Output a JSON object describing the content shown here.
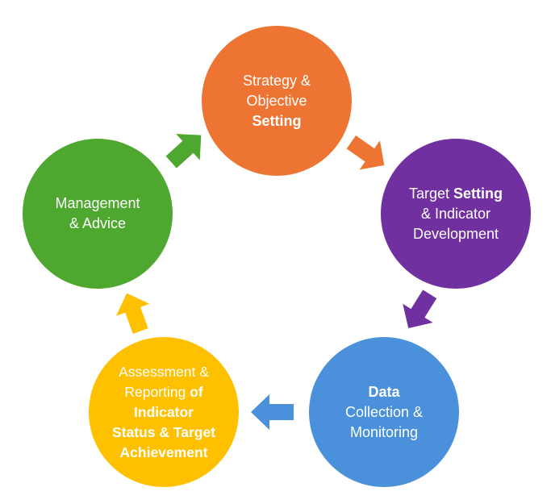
{
  "colors": {
    "strategy": "#ED7432",
    "target": "#7030A0",
    "data": "#4A90DA",
    "assessment": "#FFC000",
    "management": "#4EA72E"
  },
  "nodes": {
    "strategy": {
      "lines": [
        [
          {
            "text": "Strategy &",
            "bold": false
          }
        ],
        [
          {
            "text": "Objective",
            "bold": false
          }
        ],
        [
          {
            "text": "Setting",
            "bold": true
          }
        ]
      ]
    },
    "target": {
      "lines": [
        [
          {
            "text": "Target ",
            "bold": false
          },
          {
            "text": "Setting",
            "bold": true
          }
        ],
        [
          {
            "text": "& Indicator",
            "bold": false
          }
        ],
        [
          {
            "text": "Development",
            "bold": false
          }
        ]
      ]
    },
    "data": {
      "lines": [
        [
          {
            "text": "Data",
            "bold": true
          }
        ],
        [
          {
            "text": "Collection &",
            "bold": false
          }
        ],
        [
          {
            "text": "Monitoring",
            "bold": false
          }
        ]
      ]
    },
    "assessment": {
      "lines": [
        [
          {
            "text": "Assessment &",
            "bold": false
          }
        ],
        [
          {
            "text": "Reporting ",
            "bold": false
          },
          {
            "text": "of",
            "bold": true
          }
        ],
        [
          {
            "text": "Indicator",
            "bold": true
          }
        ],
        [
          {
            "text": "Status & Target",
            "bold": true
          }
        ],
        [
          {
            "text": "Achievement",
            "bold": true
          }
        ]
      ]
    },
    "management": {
      "lines": [
        [
          {
            "text": "Management",
            "bold": false
          }
        ],
        [
          {
            "text": "& Advice",
            "bold": false
          }
        ]
      ]
    }
  }
}
